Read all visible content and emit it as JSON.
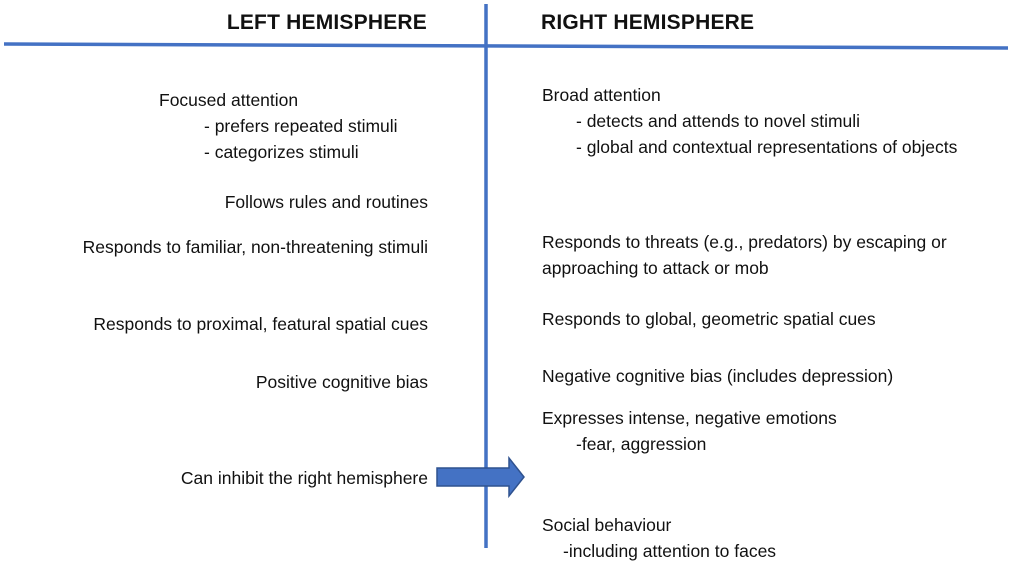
{
  "headers": {
    "left": "LEFT HEMISPHERE",
    "right": "RIGHT HEMISPHERE"
  },
  "left": {
    "focused_title": "Focused attention",
    "focused_sub_1": "- prefers repeated stimuli",
    "focused_sub_2": "- categorizes stimuli",
    "rules": "Follows rules and routines",
    "familiar": "Responds to familiar, non-threatening stimuli",
    "proximal": "Responds to proximal, featural spatial cues",
    "positive_bias": "Positive cognitive bias",
    "inhibit": "Can inhibit the right hemisphere"
  },
  "right": {
    "broad_title": "Broad attention",
    "broad_sub_1": "- detects and attends to novel stimuli",
    "broad_sub_2": "- global and contextual representations of objects",
    "threats_1": "Responds to threats (e.g., predators) by escaping or",
    "threats_2": "approaching to attack or mob",
    "global_cues": "Responds to global, geometric spatial cues",
    "negative_bias": "Negative cognitive bias (includes depression)",
    "emotions_title": "Expresses intense, negative emotions",
    "emotions_sub": "-fear, aggression",
    "social_title": "Social behaviour",
    "social_sub": "-including attention to faces"
  },
  "colors": {
    "line": "#4472C4",
    "arrow_fill": "#4472C4",
    "arrow_stroke": "#2F528F"
  }
}
